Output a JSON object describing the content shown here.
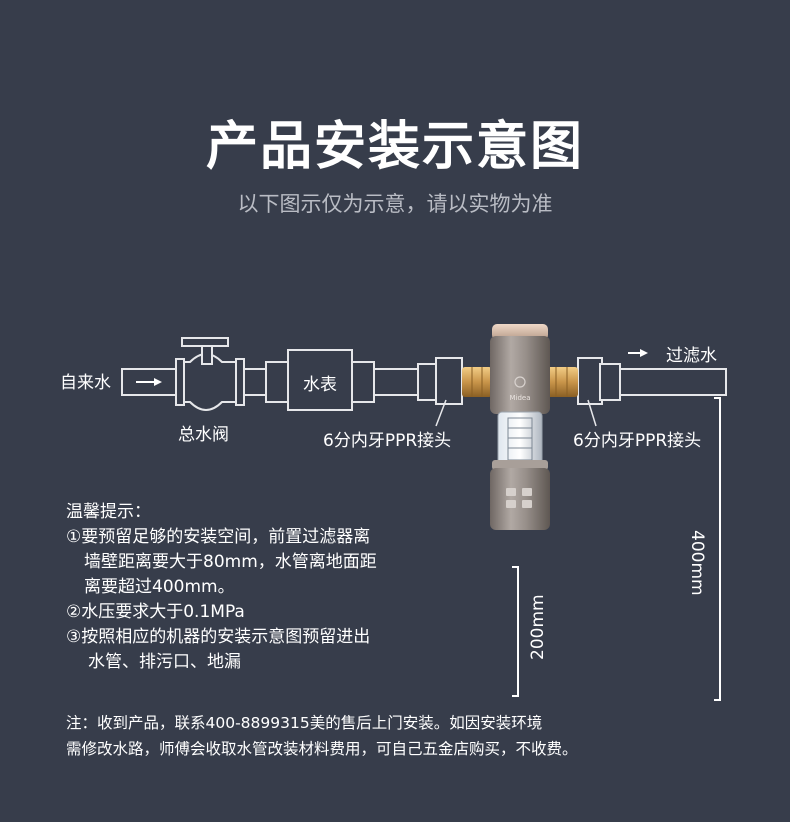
{
  "header": {
    "title": "产品安装示意图",
    "subtitle": "以下图示仅为示意，请以实物为准"
  },
  "diagram": {
    "inlet_label": "自来水",
    "outlet_label": "过滤水",
    "valve_label": "总水阀",
    "meter_label": "水表",
    "connector_left_label": "6分内牙PPR接头",
    "connector_right_label": "6分内牙PPR接头",
    "height_400_label": "400mm",
    "height_200_label": "200mm",
    "brand_mark": "Midea"
  },
  "tips": {
    "heading": "温馨提示：",
    "lines": [
      "①要预留足够的安装空间，前置过滤器离",
      "墙壁距离要大于80mm，水管离地面距",
      "离要超过400mm。",
      "②水压要求大于0.1MPa",
      "③按照相应的机器的安装示意图预留进出",
      "水管、排污口、地漏"
    ]
  },
  "note": {
    "lines": [
      "注：收到产品，联系400-8899315美的售后上门安装。如因安装环境",
      "需修改水路，师傅会收取水管改装材料费用，可自己五金店购买，不收费。"
    ]
  },
  "colors": {
    "background": "#373d4b",
    "pipe_fill": "#373d4b",
    "pipe_stroke": "#e6e7ea",
    "filter_body": "#8d8480",
    "brass": "#c9954a"
  }
}
